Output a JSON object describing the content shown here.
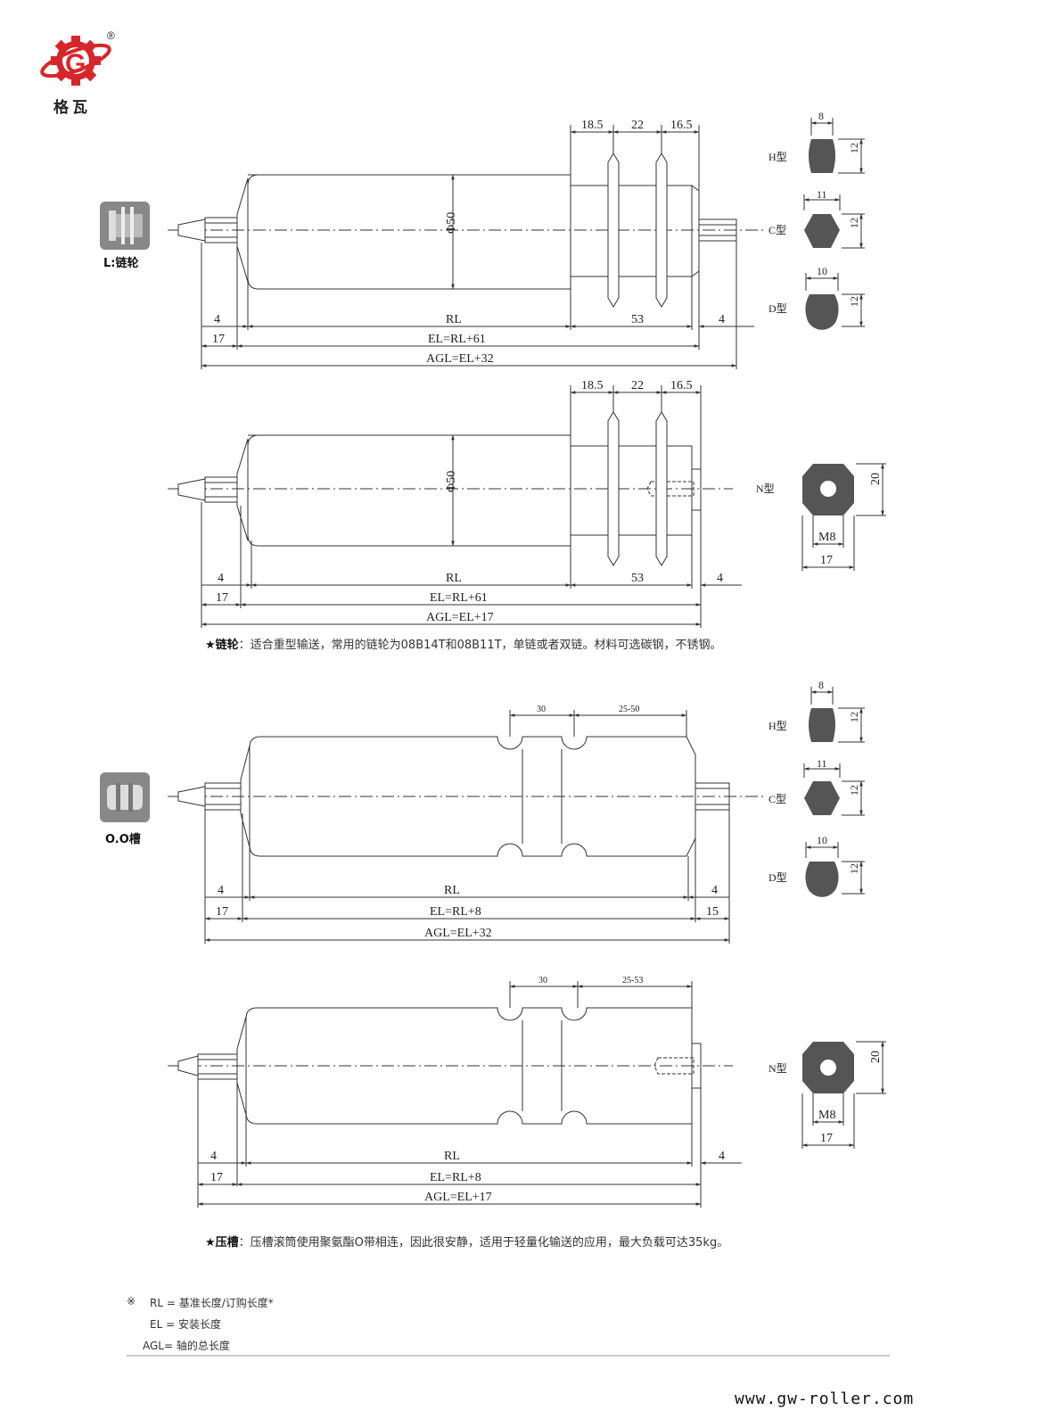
{
  "brand": {
    "logo_letter": "G",
    "registered_mark": "®",
    "name": "格瓦",
    "website": "www.gw-roller.com",
    "brand_color": "#d7262b"
  },
  "section1": {
    "icon_label": "L:链轮",
    "drawing_a": {
      "top_dims": [
        "18.5",
        "22",
        "16.5"
      ],
      "diameter": "Φ50",
      "row1": [
        "4",
        "RL",
        "53",
        "4"
      ],
      "row2": [
        "17",
        "EL=RL+61"
      ],
      "row3": "AGL=EL+32"
    },
    "drawing_b": {
      "top_dims": [
        "18.5",
        "22",
        "16.5"
      ],
      "diameter": "Φ50",
      "row1": [
        "4",
        "RL",
        "53",
        "4"
      ],
      "row2": [
        "17",
        "EL=RL+61"
      ],
      "row3": "AGL=EL+17"
    },
    "note_title": "★链轮",
    "note_text": "：适合重型输送，常用的链轮为08B14T和08B11T，单链或者双链。材料可选碳钢，不锈钢。"
  },
  "section2": {
    "icon_label": "O.O槽",
    "drawing_a": {
      "top_dims": [
        "30",
        "25-50"
      ],
      "row1": [
        "4",
        "RL",
        "4"
      ],
      "row2": [
        "17",
        "EL=RL+8",
        "15"
      ],
      "row3": "AGL=EL+32"
    },
    "drawing_b": {
      "top_dims": [
        "30",
        "25-53"
      ],
      "row1": [
        "4",
        "RL",
        "4"
      ],
      "row2": [
        "17",
        "EL=RL+8"
      ],
      "row3": "AGL=EL+17"
    },
    "note_title": "★压槽",
    "note_text": "：压槽滚筒使用聚氨酯O带相连，因此很安静，适用于轻量化输送的应用，最大负载可达35kg。"
  },
  "shaft_types": {
    "H": {
      "label": "H型",
      "width": "8",
      "height": "12"
    },
    "C": {
      "label": "C型",
      "width": "11",
      "height": "12"
    },
    "D": {
      "label": "D型",
      "width": "10",
      "height": "12"
    },
    "N": {
      "label": "N型",
      "thread": "M8",
      "width": "17",
      "height": "20"
    }
  },
  "legend": {
    "mark": "※",
    "rl": "RL = 基准长度/订购长度*",
    "el": "EL = 安装长度",
    "agl": "AGL= 轴的总长度"
  }
}
